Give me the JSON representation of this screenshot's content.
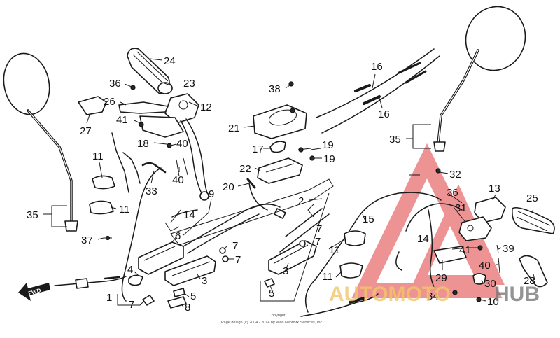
{
  "watermark": {
    "left_text": "AUTOMOTO",
    "right_text": "HUB",
    "left_color": "#f2c56b",
    "right_color": "#7a7a7a",
    "triangle_color": "#e03c3c"
  },
  "copyright": {
    "line1": "Copyright",
    "line2": "Page design (c) 2004 - 2014 by Web Network Services, Inc."
  },
  "direction_label": "FWD",
  "callouts": [
    {
      "id": "24",
      "text": "24"
    },
    {
      "id": "23",
      "text": "23"
    },
    {
      "id": "36a",
      "text": "36"
    },
    {
      "id": "26",
      "text": "26"
    },
    {
      "id": "12",
      "text": "12"
    },
    {
      "id": "27",
      "text": "27"
    },
    {
      "id": "41a",
      "text": "41"
    },
    {
      "id": "18",
      "text": "18"
    },
    {
      "id": "40a",
      "text": "40"
    },
    {
      "id": "40b",
      "text": "40"
    },
    {
      "id": "11a",
      "text": "11"
    },
    {
      "id": "33",
      "text": "33"
    },
    {
      "id": "11b",
      "text": "11"
    },
    {
      "id": "35a",
      "text": "35"
    },
    {
      "id": "37",
      "text": "37"
    },
    {
      "id": "14a",
      "text": "14"
    },
    {
      "id": "9",
      "text": "9"
    },
    {
      "id": "6",
      "text": "6"
    },
    {
      "id": "38",
      "text": "38"
    },
    {
      "id": "16a",
      "text": "16"
    },
    {
      "id": "16b",
      "text": "16"
    },
    {
      "id": "21",
      "text": "21"
    },
    {
      "id": "17",
      "text": "17"
    },
    {
      "id": "19a",
      "text": "19"
    },
    {
      "id": "19b",
      "text": "19"
    },
    {
      "id": "22",
      "text": "22"
    },
    {
      "id": "20",
      "text": "20"
    },
    {
      "id": "2",
      "text": "2"
    },
    {
      "id": "7a",
      "text": "7"
    },
    {
      "id": "7b",
      "text": "7"
    },
    {
      "id": "7c",
      "text": "7"
    },
    {
      "id": "7d",
      "text": "7"
    },
    {
      "id": "7e",
      "text": "7"
    },
    {
      "id": "4",
      "text": "4"
    },
    {
      "id": "3a",
      "text": "3"
    },
    {
      "id": "3b",
      "text": "3"
    },
    {
      "id": "1",
      "text": "1"
    },
    {
      "id": "5a",
      "text": "5"
    },
    {
      "id": "5b",
      "text": "5"
    },
    {
      "id": "8",
      "text": "8"
    },
    {
      "id": "15",
      "text": "15"
    },
    {
      "id": "11c",
      "text": "11"
    },
    {
      "id": "11d",
      "text": "11"
    },
    {
      "id": "35b",
      "text": "35"
    },
    {
      "id": "32",
      "text": "32"
    },
    {
      "id": "13",
      "text": "13"
    },
    {
      "id": "36b",
      "text": "36"
    },
    {
      "id": "25",
      "text": "25"
    },
    {
      "id": "31",
      "text": "31"
    },
    {
      "id": "14b",
      "text": "14"
    },
    {
      "id": "41b",
      "text": "41"
    },
    {
      "id": "39",
      "text": "39"
    },
    {
      "id": "40c",
      "text": "40"
    },
    {
      "id": "29",
      "text": "29"
    },
    {
      "id": "28",
      "text": "28"
    },
    {
      "id": "30",
      "text": "30"
    },
    {
      "id": "34",
      "text": "34"
    },
    {
      "id": "10",
      "text": "10"
    }
  ]
}
